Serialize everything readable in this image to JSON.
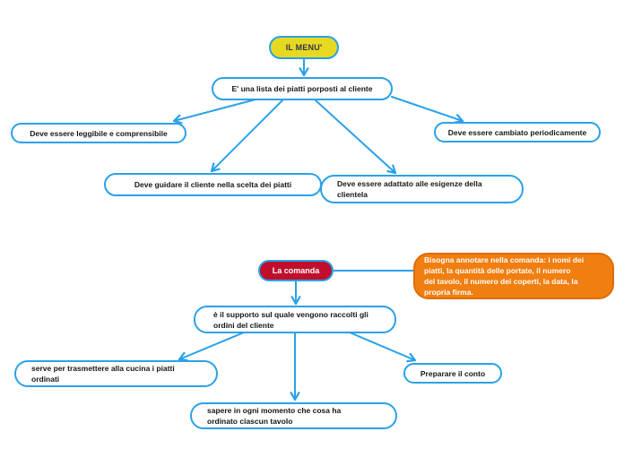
{
  "colors": {
    "blue": "#2BA1E8",
    "yellow": "#E7D922",
    "red": "#C00F2D",
    "orange": "#F07E10",
    "orange_border": "#DD6D08",
    "node_text": "#161616",
    "background": "#ffffff"
  },
  "diagram": {
    "menu": {
      "root": "IL MENU'",
      "definition": "E' una lista dei piatti porposti al cliente",
      "children": [
        "Deve essere leggibile e comprensibile",
        "Deve guidare il cliente nella scelta dei piatti",
        "Deve essere adattato alle esigenze della\nclientela",
        "Deve essere cambiato periodicamente"
      ]
    },
    "comanda": {
      "root": "La comanda",
      "note": "Bisogna annotare nella comanda: i nomi dei\npiatti, la quantità delle portate, il numero\ndel tavolo, il numero dei coperti, la data, la\npropria firma.",
      "definition": "è il supporto sul quale vengono raccolti gli\nordini del cliente",
      "children": [
        "serve per trasmettere alla cucina i piatti\nordinati",
        "sapere in ogni momento che cosa ha\nordinato ciascun tavolo",
        "Preparare il conto"
      ]
    }
  }
}
